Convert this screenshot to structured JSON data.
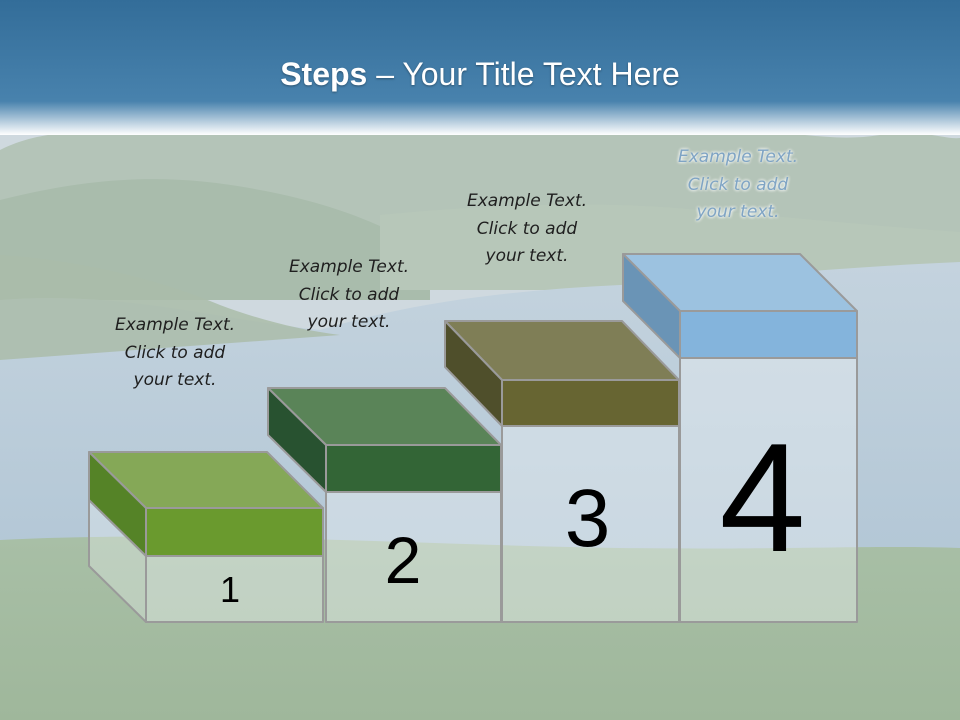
{
  "slide": {
    "title_bold": "Steps",
    "title_rest": " – Your Title Text Here",
    "steps": [
      {
        "number": "1",
        "caption": [
          "Example Text.",
          "Click  to add",
          "your text."
        ],
        "colors": {
          "top": "#85a857",
          "front": "#6a9a2e",
          "side": "#558327"
        }
      },
      {
        "number": "2",
        "caption": [
          "Example Text.",
          "Click  to add",
          "your text."
        ],
        "colors": {
          "top": "#5a8458",
          "front": "#336536",
          "side": "#285230"
        }
      },
      {
        "number": "3",
        "caption": [
          "Example Text.",
          "Click  to add",
          "your text."
        ],
        "colors": {
          "top": "#7f7e56",
          "front": "#676532",
          "side": "#4f4f2b"
        }
      },
      {
        "number": "4",
        "caption": [
          "Example Text.",
          "Click  to add",
          "your text."
        ],
        "colors": {
          "top": "#9cc2e0",
          "front": "#84b4dc",
          "side": "#6a94b6"
        }
      }
    ],
    "colors": {
      "sky": "#3d7aa8",
      "riser_stroke": "#9a9a9a",
      "riser_fill": "#eef2f4"
    }
  }
}
